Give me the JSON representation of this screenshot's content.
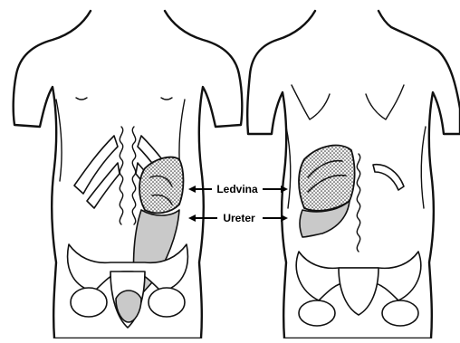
{
  "labels": {
    "kidney": "Ledvina",
    "ureter": "Ureter"
  },
  "colors": {
    "outline": "#111111",
    "ureter_fill": "#c9c9c9",
    "kidney_pattern": "stippled"
  }
}
